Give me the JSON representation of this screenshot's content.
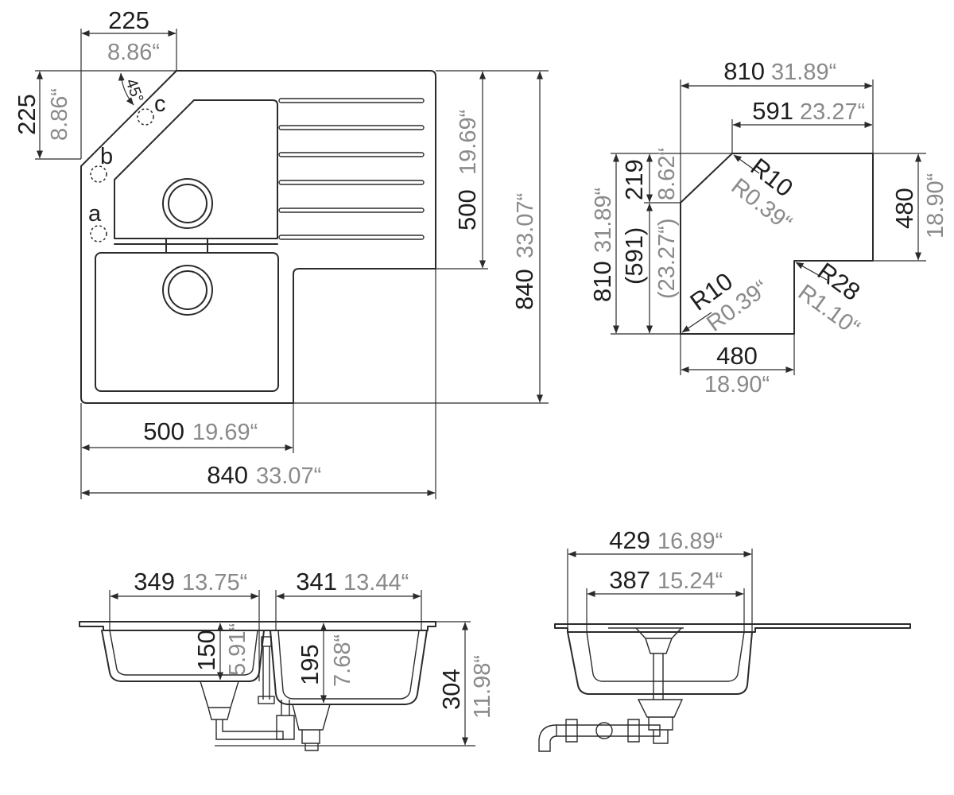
{
  "top_view": {
    "dim_corner_width": {
      "mm": "225",
      "inch": "8.86“"
    },
    "dim_corner_height": {
      "mm": "225",
      "inch": "8.86“"
    },
    "angle": "45°",
    "hole_a": "a",
    "hole_b": "b",
    "hole_c": "c",
    "dim_drainer_height": {
      "mm": "500",
      "inch": "19.69“"
    },
    "dim_total_height": {
      "mm": "840",
      "inch": "33.07“"
    },
    "dim_bowl_width": {
      "mm": "500",
      "inch": "19.69“"
    },
    "dim_total_width": {
      "mm": "840",
      "inch": "33.07“"
    }
  },
  "cutout": {
    "dim_width": {
      "mm": "810",
      "inch": "31.89“"
    },
    "dim_inner_width": {
      "mm": "591",
      "inch": "23.27“"
    },
    "dim_chamfer_height": {
      "mm": "219",
      "inch": "8.62“"
    },
    "dim_total_height": {
      "mm": "810",
      "inch": "31.89“"
    },
    "dim_inner_height": {
      "mm": "(591)",
      "inch": "(23.27“)"
    },
    "dim_right_height": {
      "mm": "480",
      "inch": "18.90“"
    },
    "dim_bottom_width": {
      "mm": "480",
      "inch": "18.90“"
    },
    "radius_top": {
      "mm": "R10",
      "inch": "R0.39“"
    },
    "radius_bottom": {
      "mm": "R10",
      "inch": "R0.39“"
    },
    "radius_inner": {
      "mm": "R28",
      "inch": "R1.10“"
    }
  },
  "front_section": {
    "dim_bowl_left": {
      "mm": "349",
      "inch": "13.75“"
    },
    "dim_bowl_right": {
      "mm": "341",
      "inch": "13.44“"
    },
    "dim_depth_left": {
      "mm": "150",
      "inch": "5.91“"
    },
    "dim_depth_right": {
      "mm": "195",
      "inch": "7.68“"
    },
    "dim_total_depth": {
      "mm": "304",
      "inch": "11.98“"
    }
  },
  "side_section": {
    "dim_outer": {
      "mm": "429",
      "inch": "16.89“"
    },
    "dim_inner": {
      "mm": "387",
      "inch": "15.24“"
    }
  }
}
